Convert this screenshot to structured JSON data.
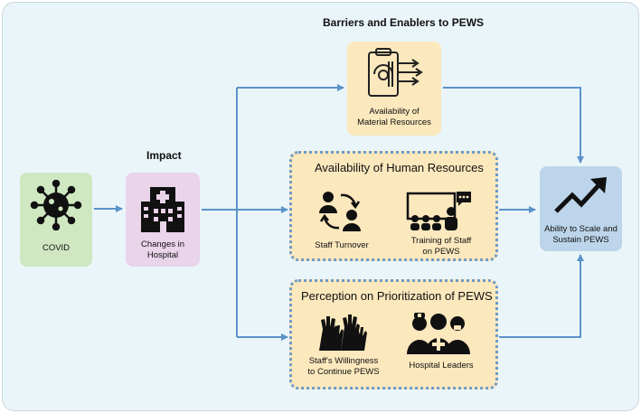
{
  "titles": {
    "barriers": "Barriers and Enablers to PEWS",
    "impact": "Impact"
  },
  "nodes": {
    "covid": "COVID",
    "hospital_line1": "Changes in",
    "hospital_line2": "Hospital",
    "material_line1": "Availability of",
    "material_line2": "Material Resources",
    "outcome_line1": "Ability to Scale and",
    "outcome_line2": "Sustain PEWS"
  },
  "human_resources": {
    "title": "Availability of Human Resources",
    "turnover": "Staff Turnover",
    "training_line1": "Training of Staff",
    "training_line2": "on PEWS"
  },
  "perception": {
    "title": "Perception on Prioritization of PEWS",
    "willingness_line1": "Staff's Willingness",
    "willingness_line2": "to Continue PEWS",
    "leaders": "Hospital Leaders"
  },
  "colors": {
    "background": "#eaf5f9",
    "covid_box": "#cfe8c1",
    "hospital_box": "#ead4ea",
    "resource_box": "#fbe8bd",
    "outcome_box": "#bcd5ea",
    "arrow": "#5b93c9"
  }
}
